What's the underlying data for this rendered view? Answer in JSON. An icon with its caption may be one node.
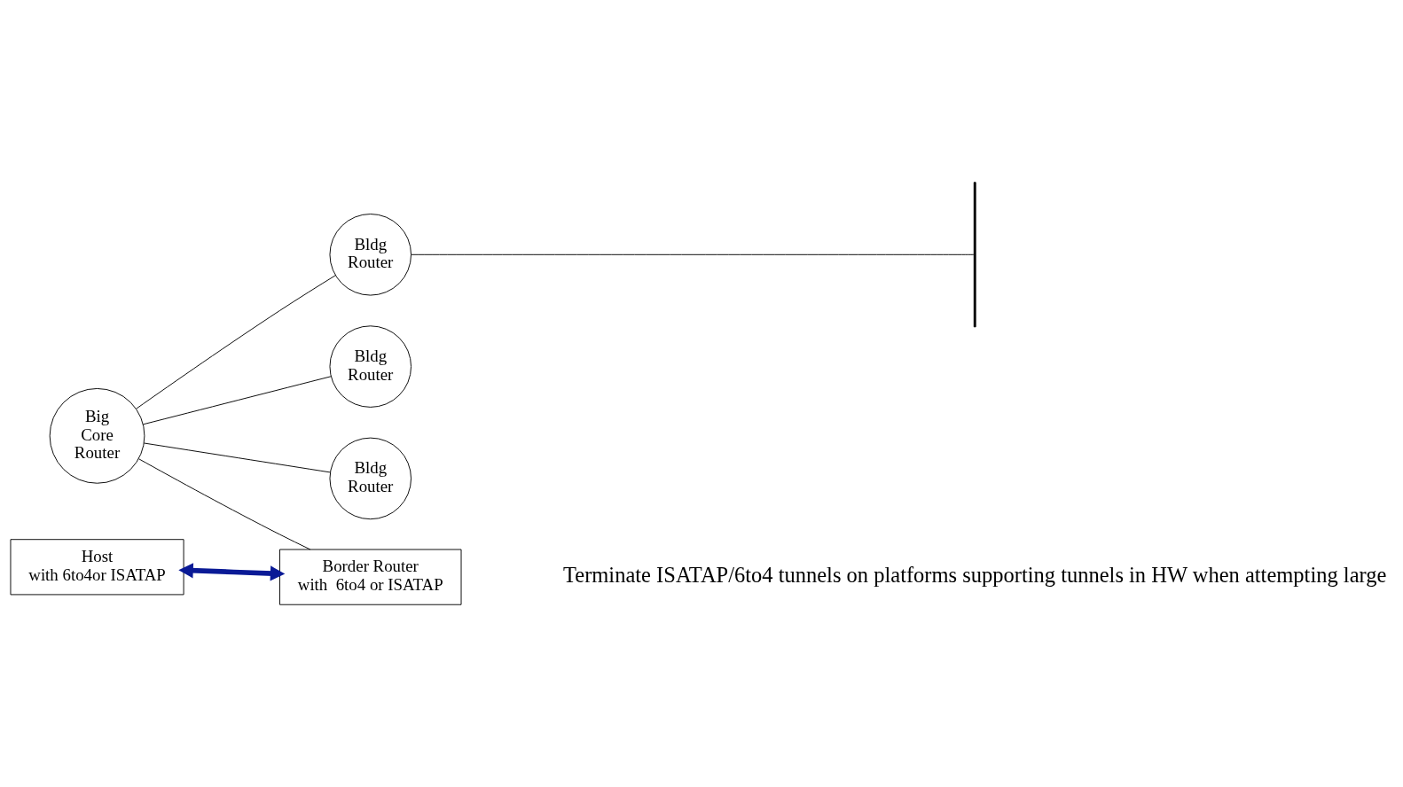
{
  "diagram": {
    "nodes": [
      {
        "text": [
          "Big Core Router"
        ]
      },
      {
        "text": [
          "Bldg Router"
        ]
      },
      {
        "text": [
          "Bldg Router"
        ]
      },
      {
        "text": [
          "Bldg Router"
        ]
      },
      {
        "text": [
          "Host",
          "with 6to4or ISATAP"
        ]
      },
      {
        "text": [
          "Border Router",
          "with  6to4 or ISATAP"
        ]
      },
      {
        "text": [],
        "shape": "bar"
      }
    ],
    "edges": [
      {
        "from": 0,
        "to": 1,
        "arrow": "none"
      },
      {
        "from": 0,
        "to": 2,
        "arrow": "none"
      },
      {
        "from": 0,
        "to": 3,
        "arrow": "none"
      },
      {
        "from": 0,
        "to": 5,
        "arrow": "none"
      },
      {
        "from": 1,
        "to": 6,
        "arrow": "none"
      },
      {
        "from": 4,
        "to": 5,
        "arrow": "both",
        "style": "thick",
        "color": "#0a1a96"
      }
    ],
    "labels": [
      "Terminate ISATAP/6to4 tunnels on platforms supporting tunnels in HW when attempting large"
    ]
  }
}
